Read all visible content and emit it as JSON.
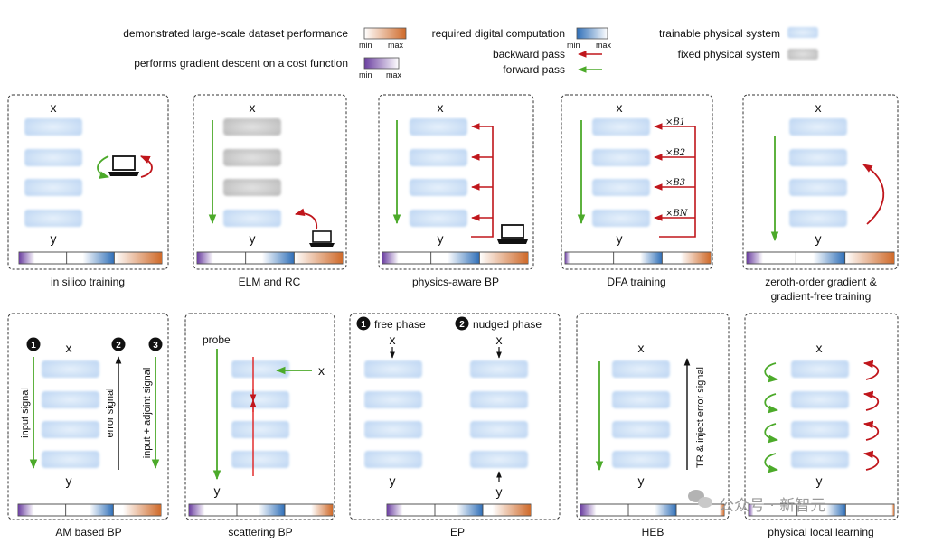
{
  "legend": {
    "large_scale": "demonstrated large-scale dataset performance",
    "gradient_descent": "performs gradient descent on a cost function",
    "digital": "required digital computation",
    "backward": "backward pass",
    "forward": "forward pass",
    "trainable": "trainable physical system",
    "fixed": "fixed physical system",
    "min": "min",
    "max": "max"
  },
  "var": {
    "x": "x",
    "y": "y"
  },
  "captions": {
    "insilico": "in silico training",
    "elm": "ELM and RC",
    "pabp": "physics-aware BP",
    "dfa": "DFA training",
    "zo_1": "zeroth-order gradient &",
    "zo_2": "gradient-free training",
    "am": "AM based BP",
    "scat": "scattering BP",
    "ep": "EP",
    "heb": "HEB",
    "pll": "physical local learning"
  },
  "labels": {
    "dfa_b1": "×B1",
    "dfa_b2": "×B2",
    "dfa_b3": "×B3",
    "dfa_bn": "×BN",
    "am_n1": "1",
    "am_n2": "2",
    "am_n3": "3",
    "am_input": "input signal",
    "am_error": "error signal",
    "am_adjoint": "input + adjoint signal",
    "probe": "probe",
    "ep_n1": "1",
    "ep_n2": "2",
    "ep_free": "free phase",
    "ep_nudged": "nudged phase",
    "heb_side": "TR & inject error signal"
  },
  "watermark": "公众号 · 新智元",
  "colors": {
    "green": "#4caa2a",
    "red": "#c0161c",
    "trainable": "#cfe1f7",
    "fixed": "#cfcfcf",
    "purple": "#6b3fa0",
    "blue": "#2f6fb8",
    "orange": "#cf6a2a"
  },
  "meters": {
    "insilico": {
      "gd": 0.33,
      "digital": 0.66,
      "large": 1.0
    },
    "elm": {
      "gd": 0.33,
      "digital": 0.66,
      "large": 1.0
    },
    "pabp": {
      "gd": 0.33,
      "digital": 0.66,
      "large": 1.0
    },
    "dfa": {
      "gd": 0.1,
      "digital": 0.45,
      "large": 0.62
    },
    "zo": {
      "gd": 0.33,
      "digital": 0.65,
      "large": 1.0
    },
    "am": {
      "gd": 0.33,
      "digital": 0.5,
      "large": 0.8
    },
    "scat": {
      "gd": 0.33,
      "digital": 0.55,
      "large": 0.45
    },
    "ep": {
      "gd": 0.33,
      "digital": 0.55,
      "large": 0.8
    },
    "heb": {
      "gd": 0.33,
      "digital": 0.45,
      "large": 0.1
    },
    "pll": {
      "gd": 0.1,
      "digital": 0.4,
      "large": 0.05
    }
  }
}
